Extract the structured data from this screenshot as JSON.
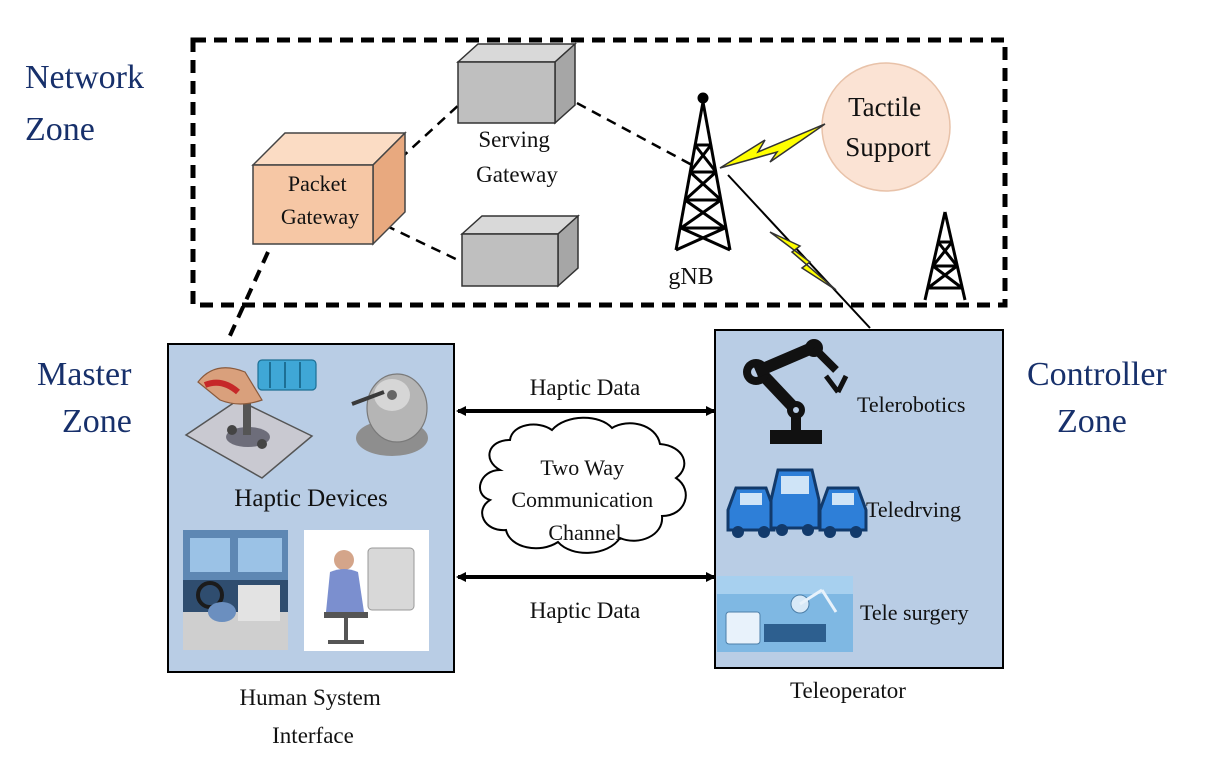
{
  "zones": {
    "network": [
      "Network",
      "Zone"
    ],
    "master": [
      "Master",
      "Zone"
    ],
    "controller": [
      "Controller",
      "Zone"
    ]
  },
  "network": {
    "packet_gateway": [
      "Packet",
      "Gateway"
    ],
    "serving_gateway": [
      "Serving",
      "Gateway"
    ],
    "gnb": "gNB",
    "tactile_support": [
      "Tactile",
      "Support"
    ]
  },
  "master": {
    "haptic_devices": "Haptic Devices",
    "footer": [
      "Human System",
      "Interface"
    ]
  },
  "channel": {
    "haptic_data_top": "Haptic Data",
    "haptic_data_bottom": "Haptic Data",
    "cloud": [
      "Two Way",
      "Communication",
      "Channel"
    ]
  },
  "controller": {
    "telerobotics": "Telerobotics",
    "teledriving": "Teledrving",
    "telesurgery": "Tele surgery",
    "footer": "Teleoperator"
  },
  "colors": {
    "zone_text": "#17306b",
    "panel_fill": "#b9cde5",
    "packet_gateway_fill": "#f6c7a5",
    "server_fill": "#bfbfbf",
    "tactile_fill": "#fbe3d4",
    "lightning": "#ffff00",
    "car_blue": "#2e7fd8"
  }
}
